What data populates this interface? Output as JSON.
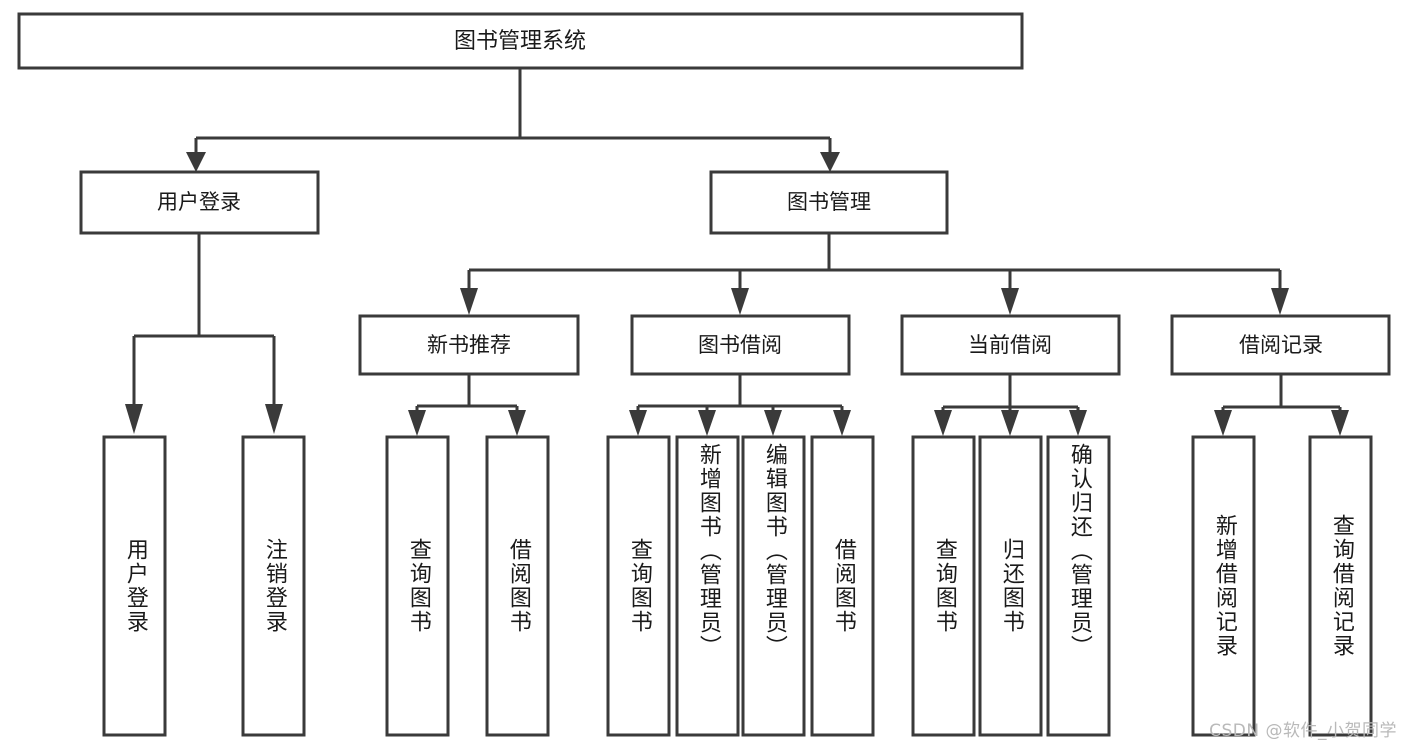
{
  "diagram": {
    "title": "图书管理系统",
    "type": "hierarchy-tree",
    "watermark": "CSDN @软件_小贺同学",
    "accent_color": "#3a3a3a",
    "box_fill": "#ffffff",
    "levels": 4,
    "root": {
      "label": "图书管理系统"
    },
    "level2": [
      {
        "label": "用户登录"
      },
      {
        "label": "图书管理"
      }
    ],
    "level3": [
      {
        "label": "新书推荐"
      },
      {
        "label": "图书借阅"
      },
      {
        "label": "当前借阅"
      },
      {
        "label": "借阅记录"
      }
    ],
    "leaves": {
      "user_login": [
        {
          "label": "用户登录"
        },
        {
          "label": "注销登录"
        }
      ],
      "new_book": [
        {
          "label": "查询图书"
        },
        {
          "label": "借阅图书"
        }
      ],
      "book_borrow": [
        {
          "label": "查询图书"
        },
        {
          "label": "新增图书（管理员）"
        },
        {
          "label": "编辑图书（管理员）"
        },
        {
          "label": "借阅图书"
        }
      ],
      "current_borrow": [
        {
          "label": "查询图书"
        },
        {
          "label": "归还图书"
        },
        {
          "label": "确认归还（管理员）"
        }
      ],
      "borrow_record": [
        {
          "label": "新增借阅记录"
        },
        {
          "label": "查询借阅记录"
        }
      ]
    }
  }
}
